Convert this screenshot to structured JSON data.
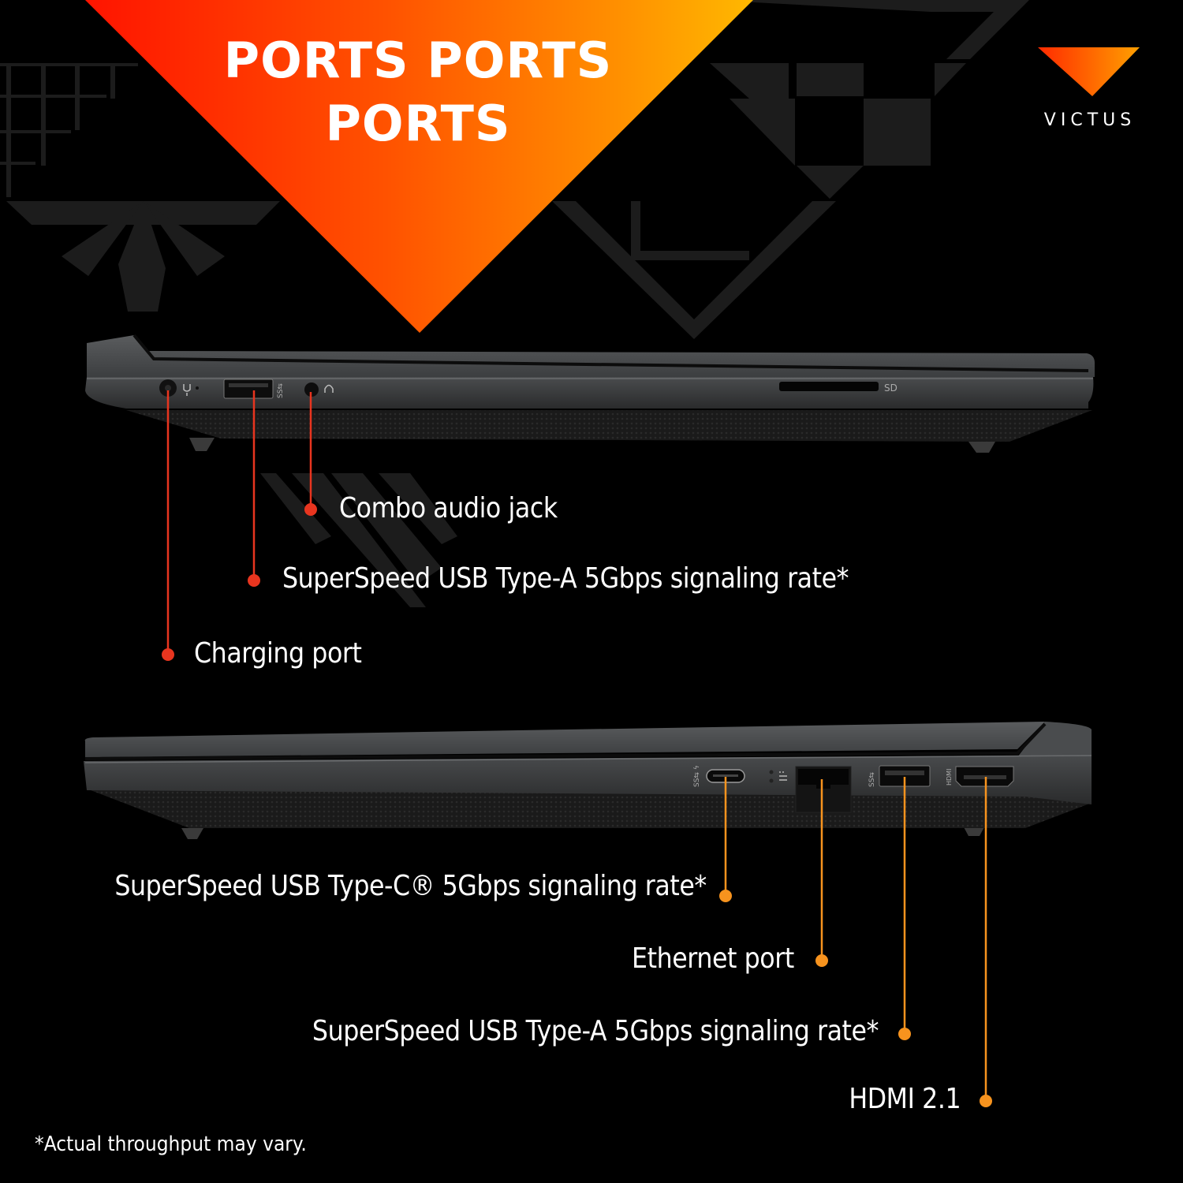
{
  "headline": {
    "line1": "PORTS PORTS",
    "line2": "PORTS"
  },
  "brand": {
    "name": "VICTUS",
    "logo_icon": "victus-v-logo-icon"
  },
  "colors": {
    "background": "#000000",
    "gradient_start": "#ff1a00",
    "gradient_mid": "#ff5a00",
    "gradient_end": "#ffb000",
    "left_side_callout": "#e8351f",
    "right_side_callout": "#f7931e",
    "chassis": "#4a4c4e",
    "pattern": "#1c1c1c"
  },
  "left_side": {
    "slot_label": "SD",
    "ports": [
      {
        "id": "charging",
        "label": "Charging port",
        "icon": "power-plug-icon"
      },
      {
        "id": "usb-a-left",
        "label": "SuperSpeed USB Type-A 5Gbps signaling rate*",
        "icon": "ss-usb-icon"
      },
      {
        "id": "audio",
        "label": "Combo audio jack",
        "icon": "headset-icon"
      }
    ]
  },
  "right_side": {
    "ports": [
      {
        "id": "usb-c",
        "label": "SuperSpeed USB Type-C® 5Gbps signaling rate*",
        "icon": "ss-usb-icon"
      },
      {
        "id": "ethernet",
        "label": "Ethernet port",
        "icon": "network-icon"
      },
      {
        "id": "usb-a-right",
        "label": "SuperSpeed USB Type-A 5Gbps signaling rate*",
        "icon": "ss-usb-icon"
      },
      {
        "id": "hdmi",
        "label": "HDMI 2.1",
        "icon": "hdmi-icon"
      }
    ]
  },
  "footnote": "*Actual throughput may vary."
}
